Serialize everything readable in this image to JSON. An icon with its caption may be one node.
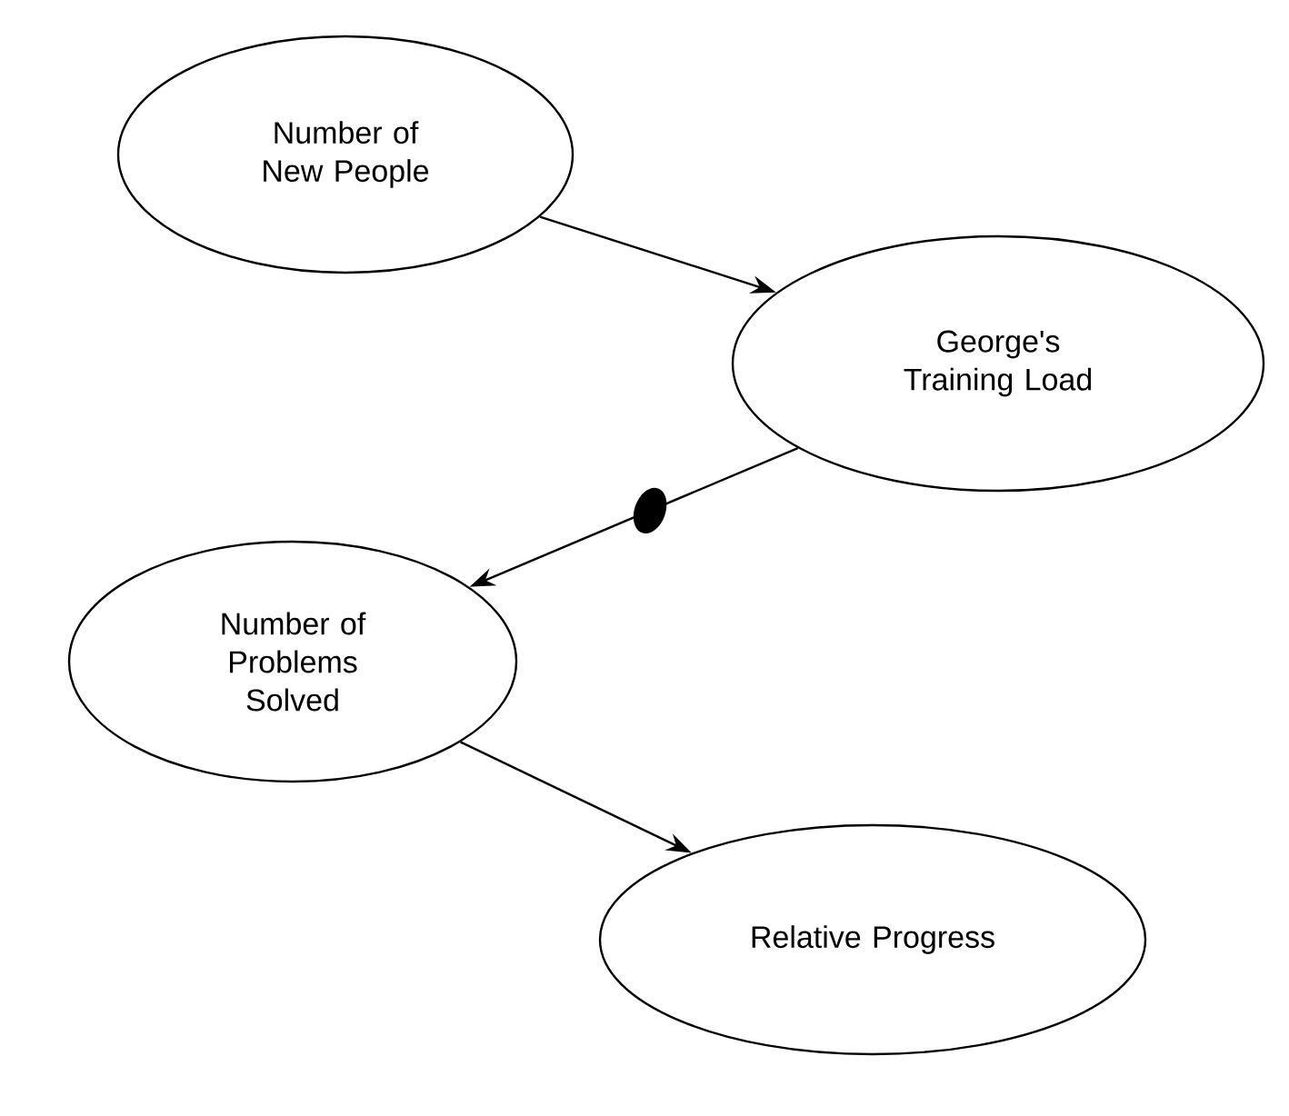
{
  "diagram": {
    "nodes": [
      {
        "text": [
          "Number of New People"
        ]
      },
      {
        "text": [
          "George's Training Load"
        ]
      },
      {
        "text": [
          "Number of Problems Solved"
        ]
      },
      {
        "text": [
          "Relative Progress"
        ]
      }
    ],
    "edges": [
      {
        "from": 0,
        "to": 1,
        "arrow": "to"
      },
      {
        "from": 1,
        "to": 2,
        "arrow": "to"
      },
      {
        "from": 2,
        "to": 3,
        "arrow": "to"
      }
    ]
  }
}
